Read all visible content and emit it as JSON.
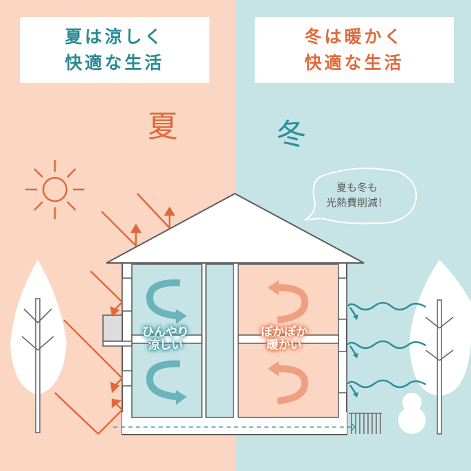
{
  "panels": {
    "summer": {
      "title_line1": "夏は涼しく",
      "title_line2": "快適な生活",
      "season_label": "夏",
      "room_label_line1": "ひんやり",
      "room_label_line2": "涼しい"
    },
    "winter": {
      "title_line1": "冬は暖かく",
      "title_line2": "快適な生活",
      "season_label": "冬",
      "room_label_line1": "ぽかぽか",
      "room_label_line2": "暖かい"
    }
  },
  "speech_bubble": {
    "line1": "夏も冬も",
    "line2": "光熱費削減！"
  },
  "colors": {
    "summer_bg": "#fbd6c2",
    "winter_bg": "#c6e3e6",
    "summer_accent": "#e0683a",
    "winter_accent": "#2a8f98",
    "house_outline": "#5a5a5a"
  },
  "icons": [
    "sun-icon",
    "tree-icon",
    "snowman-icon",
    "wind-arrow-icon",
    "sunlight-arrow-icon",
    "circulation-arrow-icon"
  ]
}
